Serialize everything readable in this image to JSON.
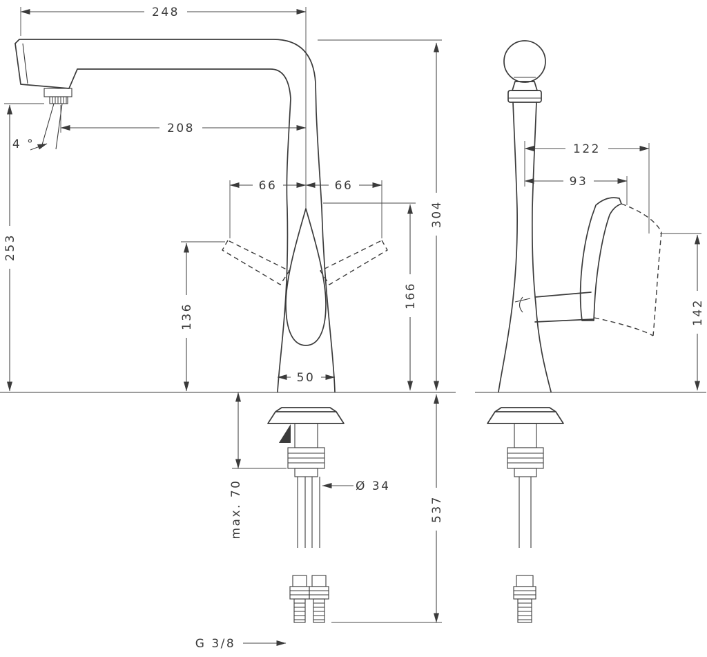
{
  "dimensions": {
    "overall_depth": "248",
    "spout_reach": "208",
    "spray_angle": "4 °",
    "handle_swing_left": "66",
    "handle_swing_right": "66",
    "spout_outlet_height": "253",
    "handle_clearance_height": "136",
    "base_width": "50",
    "overall_height": "304",
    "body_height": "166",
    "hose_length_below_deck": "537",
    "max_deck_thickness": "max. 70",
    "tap_hole_diameter": "Ø 34",
    "connection_thread": "G 3/8",
    "handle_reach_front": "122",
    "handle_grip_reach": "93",
    "handle_height_front": "142"
  }
}
